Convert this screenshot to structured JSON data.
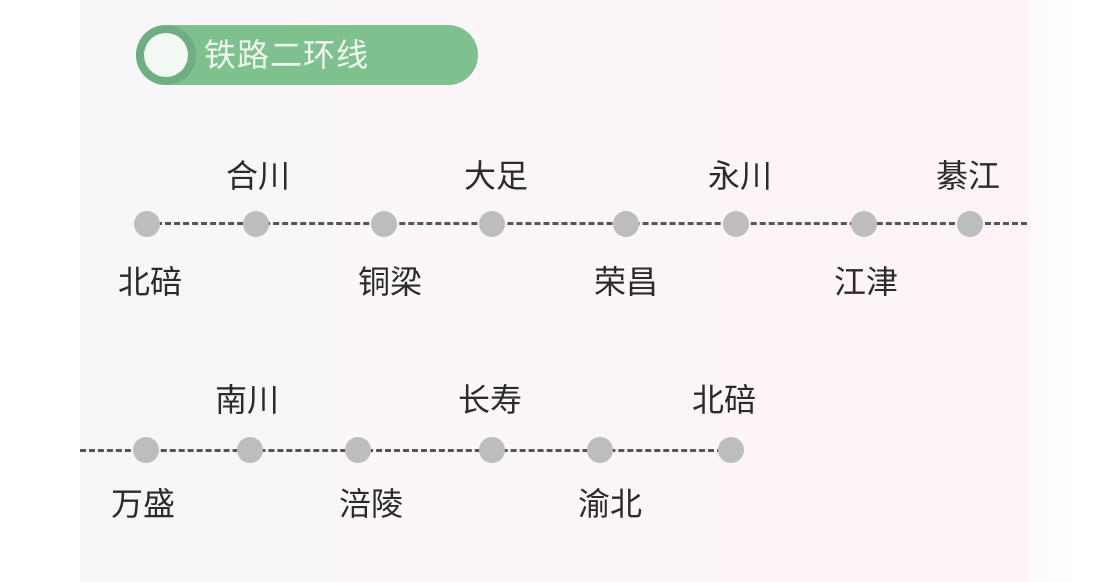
{
  "title": "铁路二环线",
  "colors": {
    "badge": "#7fc08f",
    "station": "#bdbdbd",
    "line": "#555555",
    "text": "#2b2b2b"
  },
  "rows": [
    {
      "stations": [
        {
          "name": "北碚",
          "label_pos": "below"
        },
        {
          "name": "合川",
          "label_pos": "above"
        },
        {
          "name": "铜梁",
          "label_pos": "below"
        },
        {
          "name": "大足",
          "label_pos": "above"
        },
        {
          "name": "荣昌",
          "label_pos": "below"
        },
        {
          "name": "永川",
          "label_pos": "above"
        },
        {
          "name": "江津",
          "label_pos": "below"
        },
        {
          "name": "綦江",
          "label_pos": "above"
        }
      ]
    },
    {
      "stations": [
        {
          "name": "万盛",
          "label_pos": "below"
        },
        {
          "name": "南川",
          "label_pos": "above"
        },
        {
          "name": "涪陵",
          "label_pos": "below"
        },
        {
          "name": "长寿",
          "label_pos": "above"
        },
        {
          "name": "渝北",
          "label_pos": "below"
        },
        {
          "name": "北碚",
          "label_pos": "above"
        }
      ]
    }
  ]
}
